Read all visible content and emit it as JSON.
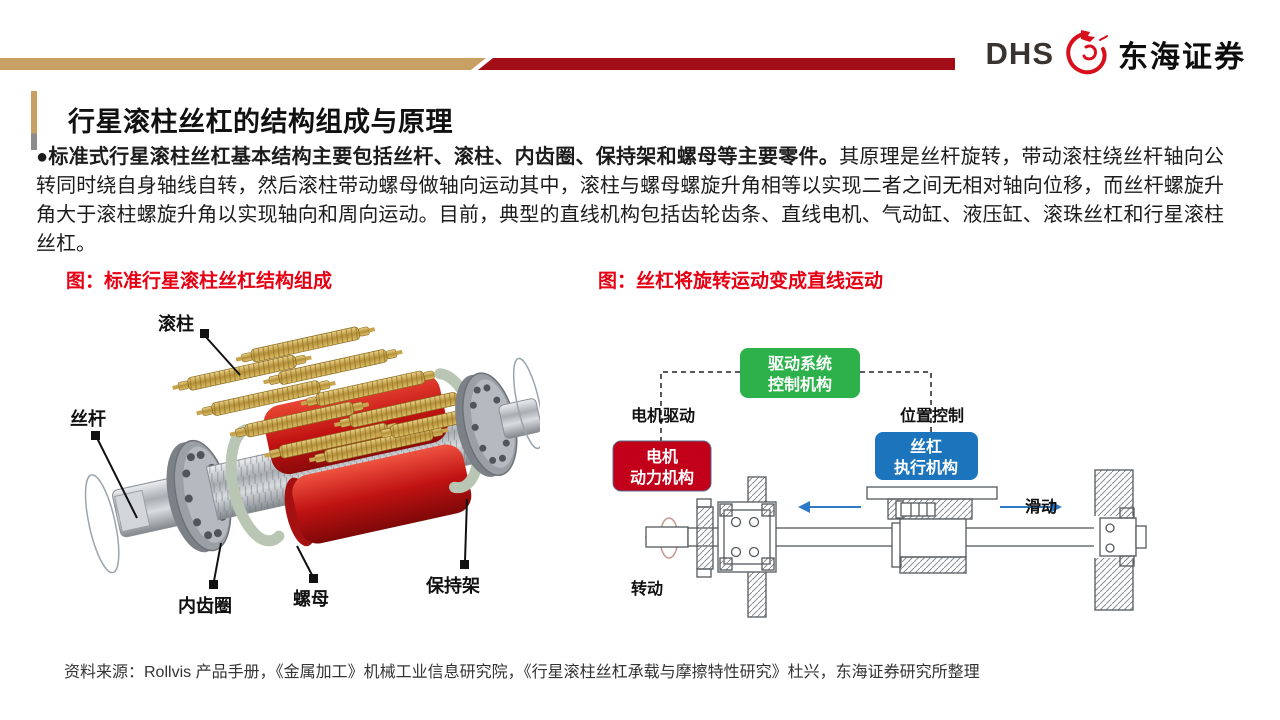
{
  "header": {
    "brand_abbr": "DHS",
    "brand_name": "东海证券",
    "bar_gold_color": "#c9a063",
    "bar_red_color": "#a30d17",
    "brand_red": "#d8101c"
  },
  "title": {
    "text": "行星滚柱丝杠的结构组成与原理"
  },
  "paragraph": {
    "bold": "●标准式行星滚柱丝杠基本结构主要包括丝杆、滚柱、内齿圈、保持架和螺母等主要零件。",
    "regular": "其原理是丝杆旋转，带动滚柱绕丝杆轴向公转同时绕自身轴线自转，然后滚柱带动螺母做轴向运动其中，滚柱与螺母螺旋升角相等以实现二者之间无相对轴向位移，而丝杆螺旋升角大于滚柱螺旋升角以实现轴向和周向运动。目前，典型的直线机构包括齿轮齿条、直线电机、气动缸、液压缸、滚珠丝杠和行星滚柱丝杠。"
  },
  "left_figure": {
    "caption": "图：标准行星滚柱丝杠结构组成",
    "labels": {
      "roller": "滚柱",
      "screw_shaft": "丝杆",
      "internal_gear_ring": "内齿圈",
      "nut": "螺母",
      "cage": "保持架"
    }
  },
  "right_figure": {
    "caption": "图：丝杠将旋转运动变成直线运动",
    "control_box_line1": "驱动系统",
    "control_box_line2": "控制机构",
    "motor_box_line1": "电机",
    "motor_box_line2": "动力机构",
    "screw_box_line1": "丝杠",
    "screw_box_line2": "执行机构",
    "label_motor_drive": "电机驱动",
    "label_position_control": "位置控制",
    "label_slide": "滑动",
    "label_rotate": "转动",
    "colors": {
      "control_box": "#2db14b",
      "motor_box": "#c30019",
      "screw_box": "#1c75bc",
      "arrow": "#2e79c6"
    }
  },
  "source": {
    "text": "资料来源：Rollvis 产品手册，《金属加工》机械工业信息研究院，《行星滚柱丝杠承载与摩擦特性研究》杜兴，东海证券研究所整理"
  }
}
